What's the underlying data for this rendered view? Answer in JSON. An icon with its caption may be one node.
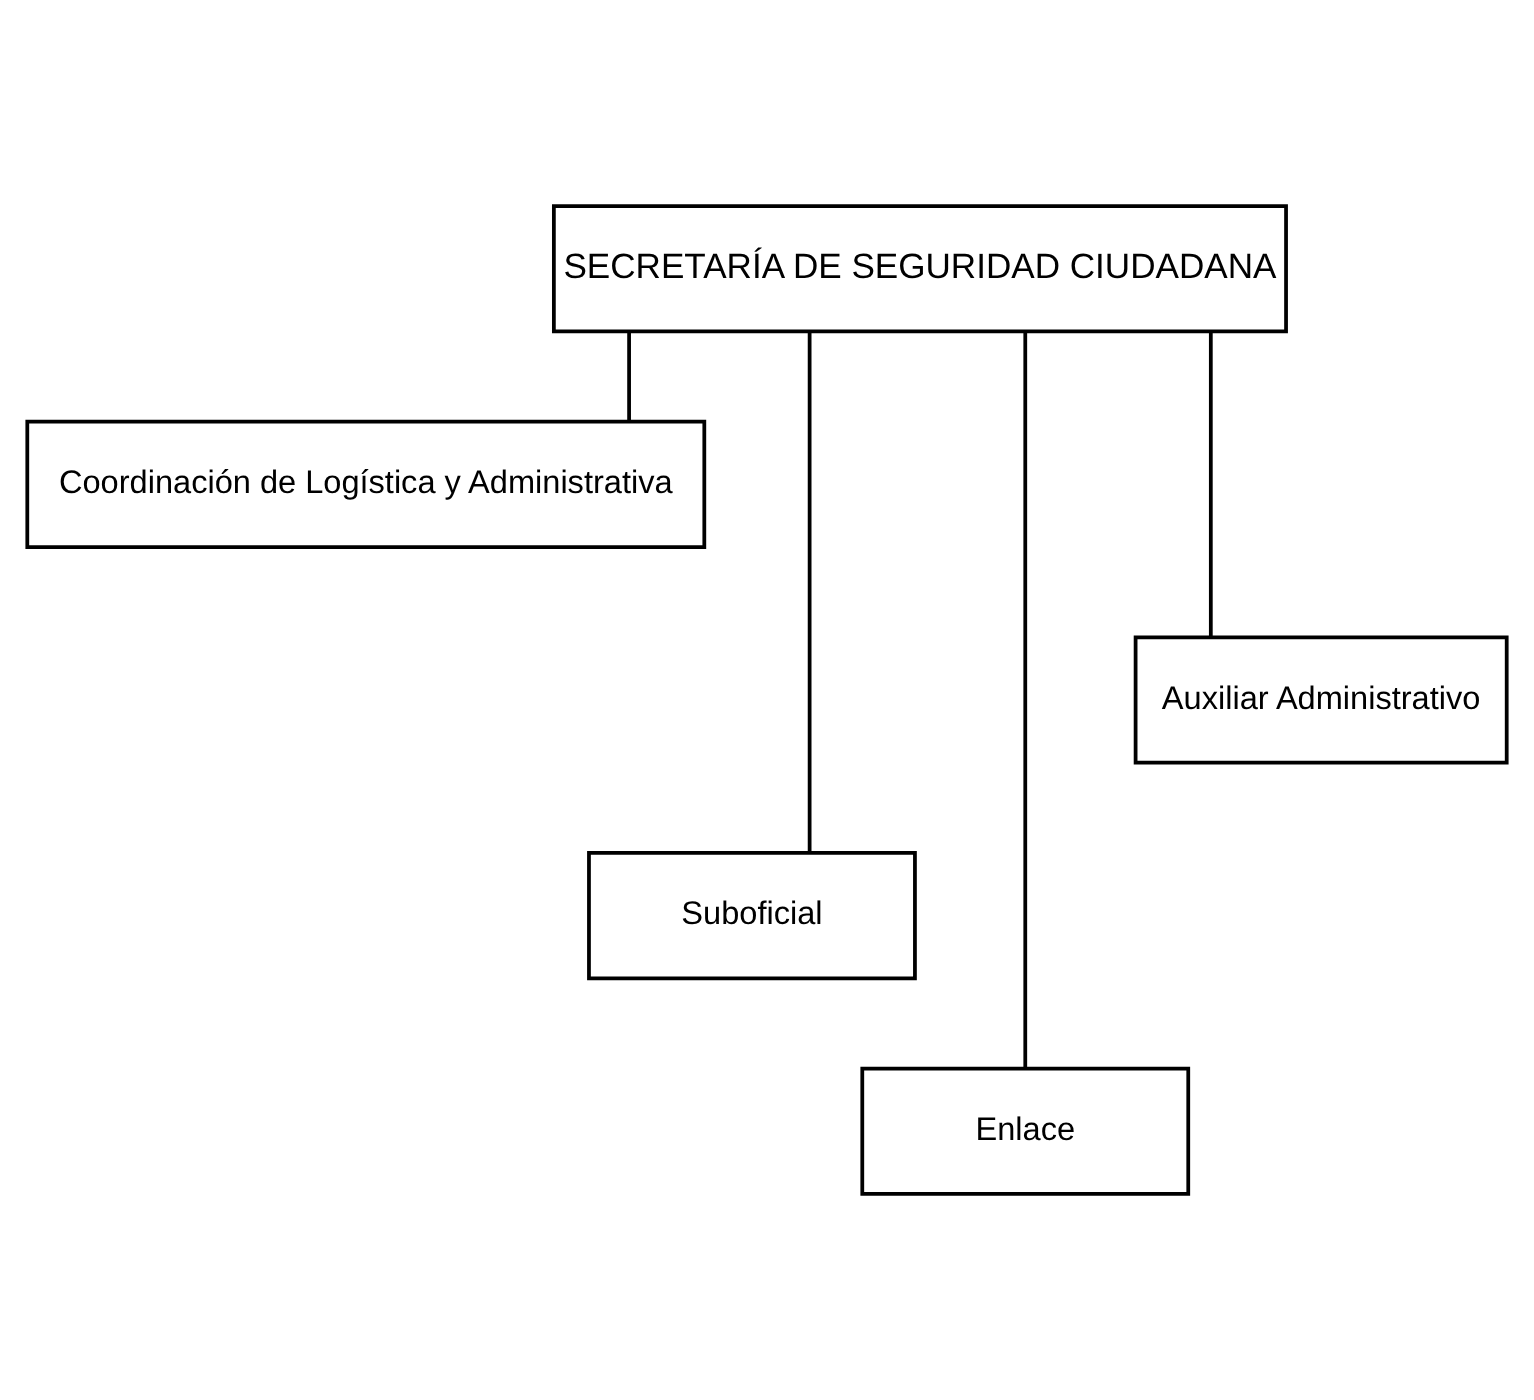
{
  "diagram": {
    "nodes": [
      {
        "text": [
          "SECRETARÍA DE SEGURIDAD CIUDADANA"
        ]
      },
      {
        "text": [
          "Coordinación de Logística y Administrativa"
        ]
      },
      {
        "text": [
          "Suboficial"
        ]
      },
      {
        "text": [
          "Enlace"
        ]
      },
      {
        "text": [
          "Auxiliar Administrativo"
        ]
      }
    ],
    "edges": [
      {
        "from": 0,
        "to": 1,
        "arrow": "none"
      },
      {
        "from": 0,
        "to": 2,
        "arrow": "none"
      },
      {
        "from": 0,
        "to": 3,
        "arrow": "none"
      },
      {
        "from": 0,
        "to": 4,
        "arrow": "none"
      }
    ]
  }
}
